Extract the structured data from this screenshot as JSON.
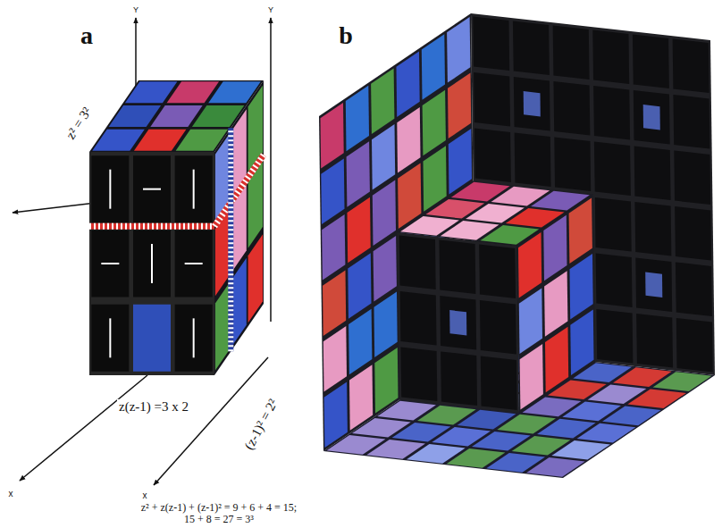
{
  "diagram": {
    "labels": [
      "a",
      "b",
      "Y",
      "Y",
      "x",
      "x",
      "z² = 3²",
      "z(z-1) =3 x 2",
      "(z-1)² = 2²",
      "z² + z(z-1) + (z-1)² = 9 + 6 + 4 = 15;",
      "15 + 8 = 27 = 3³"
    ]
  }
}
